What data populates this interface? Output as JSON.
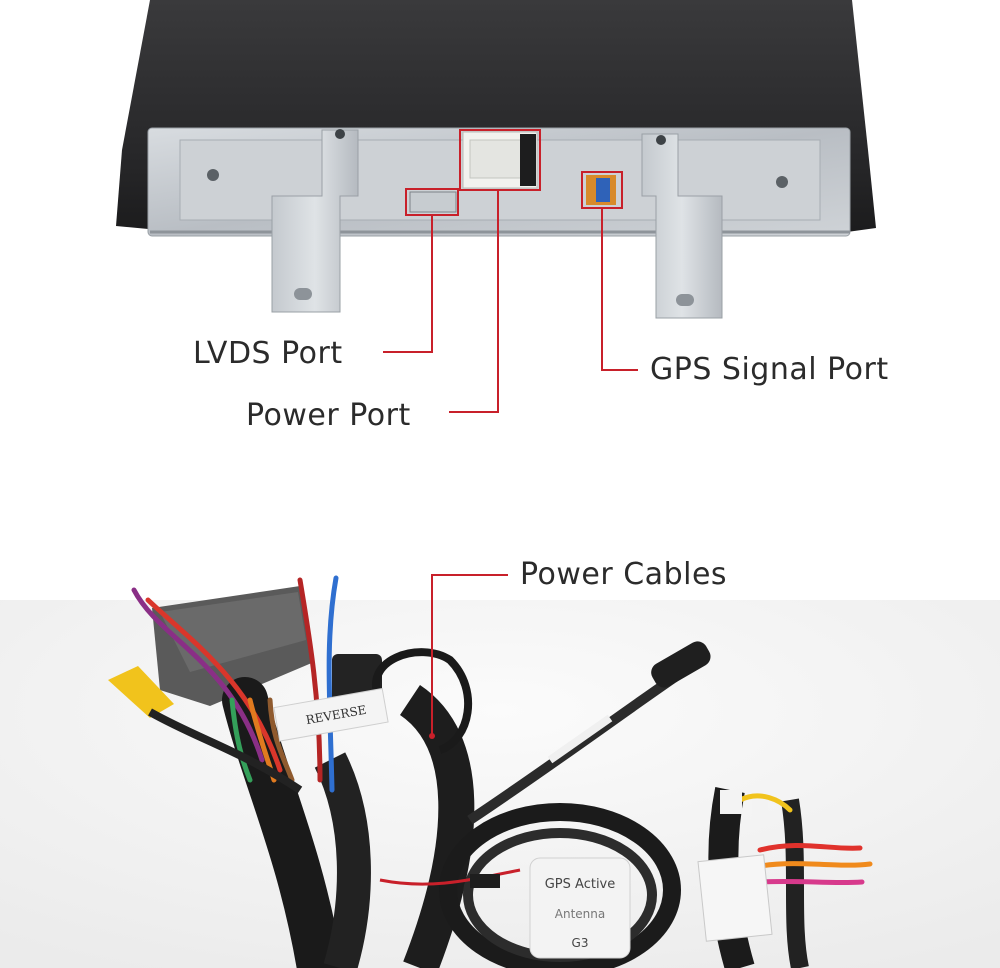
{
  "callouts": {
    "lvds_port": "LVDS Port",
    "power_port": "Power Port",
    "gps_signal_port": "GPS Signal Port",
    "power_cables": "Power Cables"
  },
  "product_labels": {
    "cable_tag": "REVERSE",
    "antenna_line1": "GPS Active",
    "antenna_line2": "Antenna",
    "antenna_line3": "G3"
  },
  "colors": {
    "callout_line": "#c8202a",
    "label_text": "#2b2b2b",
    "bezel": "#2a2a2b",
    "chassis": "#c9cdd1"
  }
}
